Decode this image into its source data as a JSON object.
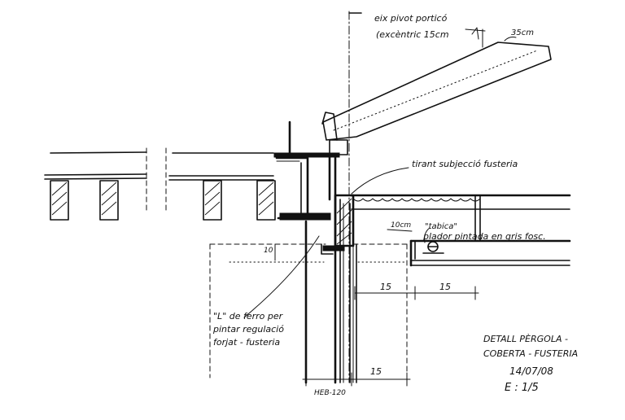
{
  "labels": {
    "pivot_axis_line1": "eix pivot porticó",
    "pivot_axis_line2": "(excèntric 15cm",
    "pivot_offset": "35cm",
    "tie_rod": "tirant subjecció fusteria",
    "board_dim": "10cm",
    "plasterboard_quote": "\"tabica\"",
    "plasterboard_text": "plador pintada en gris fosc.",
    "small_dim": "10",
    "angle_line1": "\"L\" de ferro per",
    "angle_line2": "pintar regulació",
    "angle_line3": "forjat - fusteria",
    "dim_left": "15",
    "dim_right": "15",
    "dim_bottom": "15",
    "beam": "HEB-120"
  },
  "title_block": {
    "line1": "DETALL PÈRGOLA -",
    "line2": "COBERTA - FUSTERIA",
    "date": "14/07/08",
    "scale": "E : 1/5"
  }
}
